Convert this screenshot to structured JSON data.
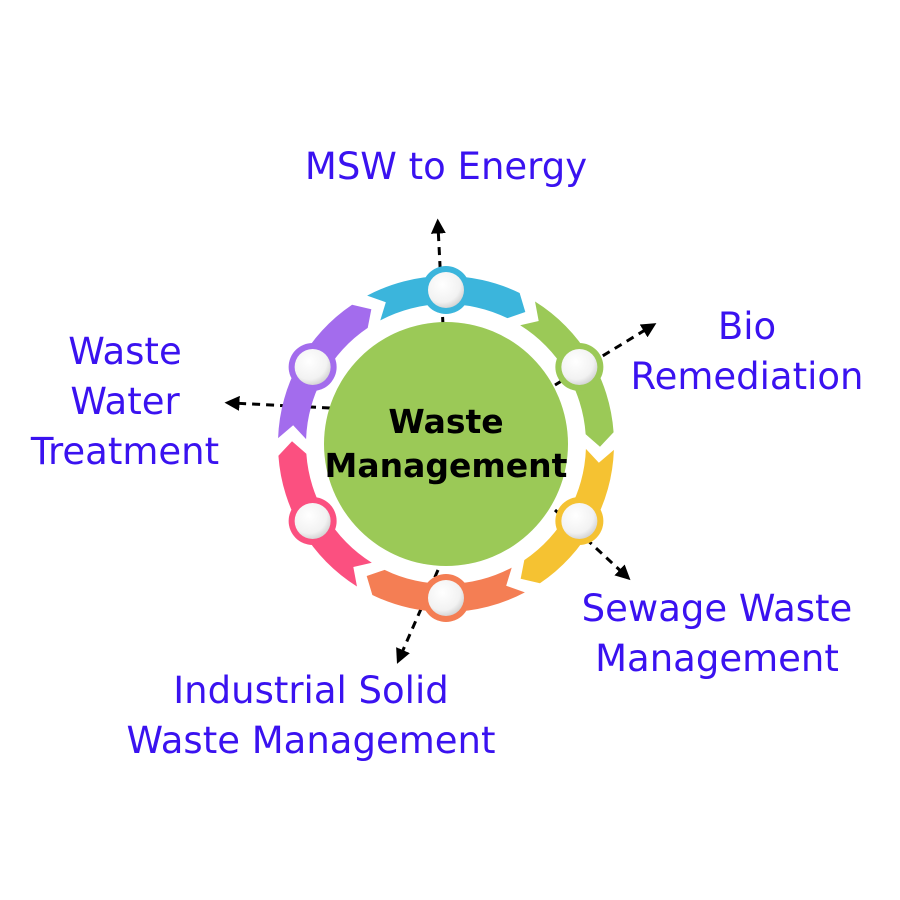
{
  "center": {
    "line1": "Waste",
    "line2": "Management",
    "color": "#9bc957"
  },
  "nodes": [
    {
      "name": "msw-to-energy",
      "lines": [
        "MSW to Energy"
      ],
      "color": "#3bb5dc"
    },
    {
      "name": "bio-remediation",
      "lines": [
        "Bio",
        "Remediation"
      ],
      "color": "#9bc957"
    },
    {
      "name": "sewage-waste-management",
      "lines": [
        "Sewage Waste",
        "Management"
      ],
      "color": "#f5c232"
    },
    {
      "name": "industrial-solid-waste-management",
      "lines": [
        "Industrial Solid",
        "Waste Management"
      ],
      "color": "#f47e54"
    },
    {
      "name": "waste-water-treatment-pink",
      "lines": [],
      "color": "#fb5080"
    },
    {
      "name": "waste-water-treatment",
      "lines": [
        "Waste",
        "Water",
        "Treatment"
      ],
      "color": "#a36ced"
    }
  ],
  "text_color": "#3a12f0"
}
